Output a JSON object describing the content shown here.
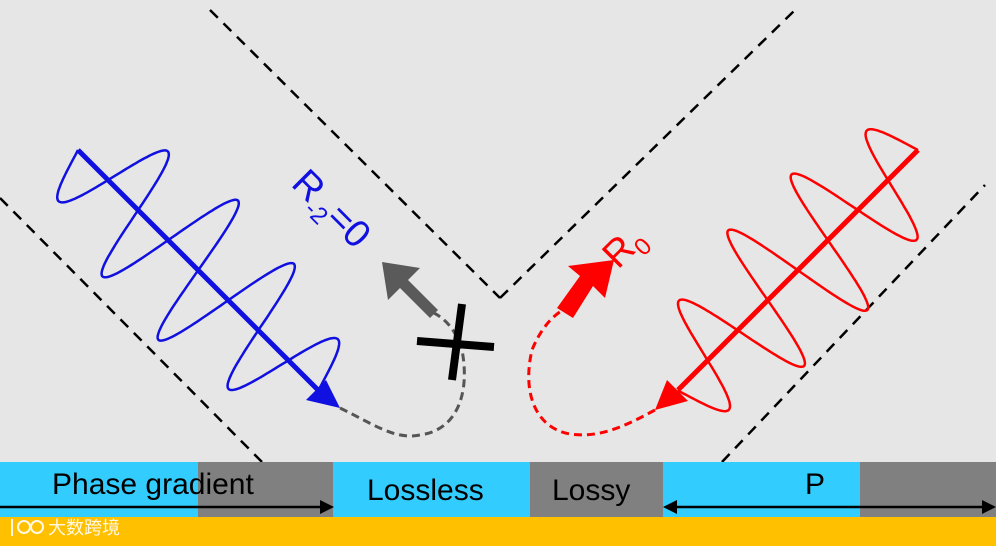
{
  "colors": {
    "background": "#e6e6e6",
    "incident_wave": "#1010e0",
    "reflected_wave": "#ff0000",
    "blocked_arrow": "#5a5a5a",
    "lossless": "#33ccff",
    "lossy": "#808080",
    "substrate": "#ffc000",
    "dashed": "#000000"
  },
  "labels": {
    "blocked_order": "R-2=0",
    "blocked_order_main": "R",
    "blocked_order_sub": "-2",
    "blocked_order_rest": "=0",
    "reflected_order": "R0",
    "reflected_order_main": "R",
    "reflected_order_sub": "0",
    "phase_gradient": "Phase gradient",
    "lossless": "Lossless",
    "lossy": "Lossy",
    "period": "P"
  },
  "icons": {
    "blocked_marker": "cross-icon",
    "watermark_logo": "logo-icon"
  },
  "watermark": "大数跨境"
}
